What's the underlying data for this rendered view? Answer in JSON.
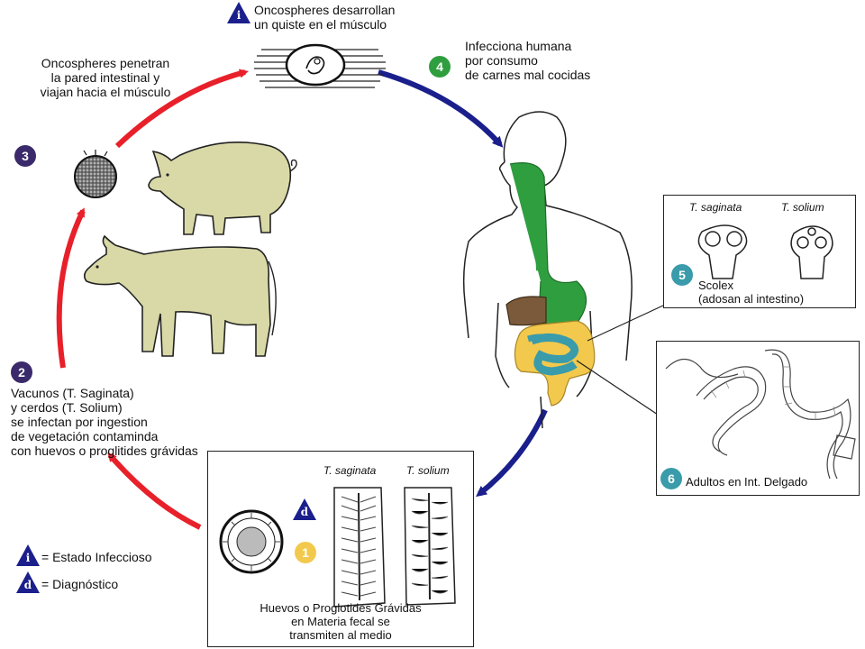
{
  "steps": {
    "s1": {
      "number": "1",
      "color": "#f2c94c",
      "caption": "Huevos o Proglotides Grávidas\nen Materia fecal se\ntransmiten al medio"
    },
    "s2": {
      "number": "2",
      "color": "#3b2a6b",
      "caption": "Vacunos (T. Saginata)\ny cerdos (T. Solium)\nse infectan por ingestion\nde vegetación contaminda\ncon huevos o proglitides grávidas"
    },
    "s3": {
      "number": "3",
      "color": "#3b2a6b",
      "caption": "Oncospheres penetran\nla pared intestinal y\nviajan hacia el músculo"
    },
    "s4": {
      "number": "4",
      "color": "#2f9e3f",
      "caption": "Infecciona humana\npor consumo\nde carnes mal cocidas"
    },
    "s5": {
      "number": "5",
      "color": "#3a9bab",
      "caption": "Scolex\n(adosan al intestino)"
    },
    "s6": {
      "number": "6",
      "color": "#3a9bab",
      "caption": "Adultos en Int. Delgado"
    }
  },
  "top_infective": {
    "symbol": "i",
    "caption": "Oncospheres desarrollan\nun quiste en el músculo"
  },
  "diag_symbol": "d",
  "species": {
    "saginata": "T. saginata",
    "solium": "T. solium"
  },
  "legend": {
    "infective": {
      "symbol": "i",
      "label": "= Estado Infeccioso"
    },
    "diagnostic": {
      "symbol": "d",
      "label": "= Diagnóstico"
    }
  },
  "colors": {
    "red_arrow": "#e8202a",
    "blue_arrow": "#1a1f8c",
    "triangle": "#1a1f8c",
    "animal": "#d9d9a8"
  }
}
